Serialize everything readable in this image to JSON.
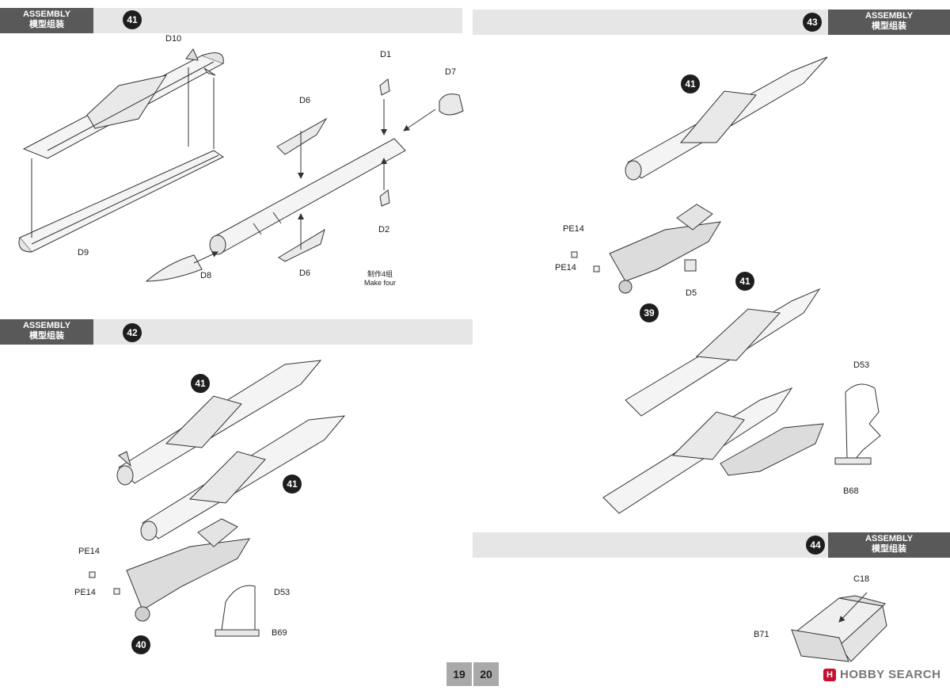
{
  "sections": {
    "s41": {
      "assembly_en": "ASSEMBLY",
      "assembly_cn": "模型组装",
      "step": "41"
    },
    "s42": {
      "assembly_en": "ASSEMBLY",
      "assembly_cn": "模型组装",
      "step": "42"
    },
    "s43": {
      "assembly_en": "ASSEMBLY",
      "assembly_cn": "模型组装",
      "step": "43"
    },
    "s44": {
      "assembly_en": "ASSEMBLY",
      "assembly_cn": "模型组装",
      "step": "44"
    }
  },
  "step41": {
    "labels": {
      "d10": "D10",
      "d9": "D9",
      "d1": "D1",
      "d7": "D7",
      "d6_top": "D6",
      "d2": "D2",
      "d8": "D8",
      "d6_bottom": "D6"
    },
    "note_cn": "制作4组",
    "note_en": "Make four"
  },
  "step42": {
    "callouts": {
      "top": "41",
      "mid": "41",
      "base": "40"
    },
    "labels": {
      "pe14_a": "PE14",
      "pe14_b": "PE14",
      "d53": "D53",
      "b69": "B69"
    }
  },
  "step43": {
    "callouts": {
      "top": "41",
      "mid": "41",
      "base": "39"
    },
    "labels": {
      "pe14_a": "PE14",
      "pe14_b": "PE14",
      "d5": "D5",
      "d53": "D53",
      "b68": "B68"
    }
  },
  "step44": {
    "labels": {
      "c18": "C18",
      "b71": "B71"
    }
  },
  "page_numbers": {
    "left": "19",
    "right": "20"
  },
  "watermark": "HOBBY SEARCH"
}
